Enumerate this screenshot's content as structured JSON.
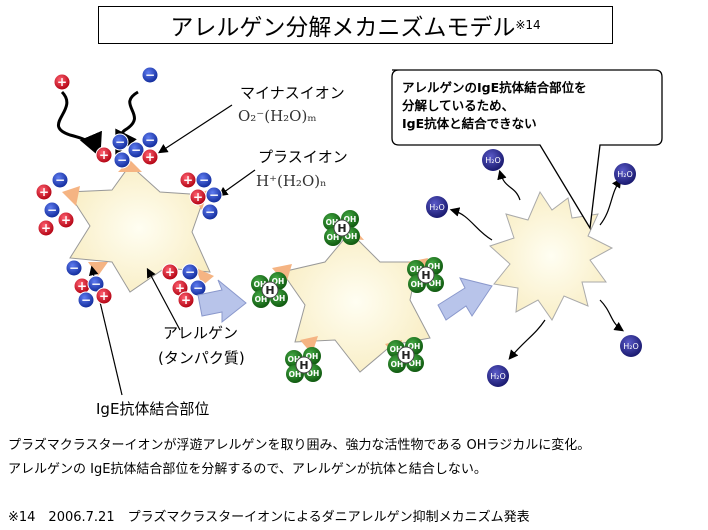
{
  "title": {
    "text": "アレルゲン分解メカニズムモデル",
    "footnote_mark": "※14"
  },
  "labels": {
    "negative_ion": "マイナスイオン",
    "negative_ion_formula": "O₂⁻(H₂O)ₘ",
    "positive_ion": "プラスイオン",
    "positive_ion_formula": "H⁺(H₂O)ₙ",
    "allergen_1": "アレルゲン",
    "allergen_2": "(タンパク質)",
    "ige_site": "IgE抗体結合部位"
  },
  "ion_symbols": {
    "plus": "+",
    "minus": "−",
    "oh": "OH",
    "h": "H",
    "h2o": "H₂O"
  },
  "callout": {
    "line1": "アレルゲンのIgE抗体結合部位を",
    "line2": "分解しているため、",
    "line3": "IgE抗体と結合できない"
  },
  "captions": {
    "line1": "プラズマクラスターイオンが浮遊アレルゲンを取り囲み、強力な活性物である OHラジカルに変化。",
    "line2": "アレルゲンの IgE抗体結合部位を分解するので、アレルゲンが抗体と結合しない。",
    "footnote": "※14　2006.7.21　プラズマクラスターイオンによるダニアレルゲン抑制メカニズム発表"
  },
  "colors": {
    "plus_ion": "#d01020",
    "minus_ion": "#1a3fc0",
    "oh_cluster": "#1e7a1e",
    "h2o_molecule": "#2a2a8a",
    "allergen_fill": "#fff8d8",
    "binding_site": "#f5b483",
    "arrow_fill": "#b8c4ea"
  }
}
